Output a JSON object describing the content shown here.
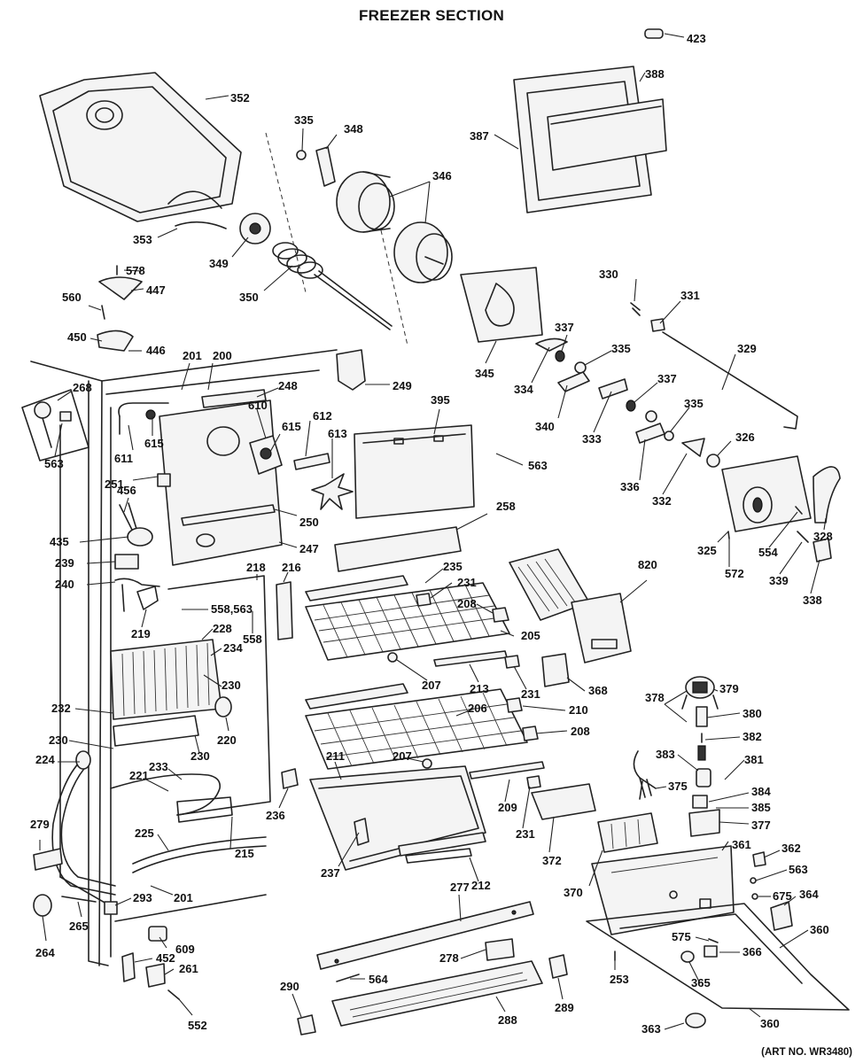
{
  "title": "FREEZER SECTION",
  "art_number": "(ART NO. WR3480)",
  "labels": {
    "p423": "423",
    "p388": "388",
    "p387": "387",
    "p352": "352",
    "p335a": "335",
    "p348": "348",
    "p346": "346",
    "p353": "353",
    "p349": "349",
    "p350": "350",
    "p578": "578",
    "p447": "447",
    "p560": "560",
    "p450": "450",
    "p446": "446",
    "p201a": "201",
    "p200": "200",
    "p268": "268",
    "p248": "248",
    "p249": "249",
    "p610": "610",
    "p612": "612",
    "p613": "613",
    "p615a": "615",
    "p615b": "615",
    "p611": "611",
    "p563a": "563",
    "p251": "251",
    "p456": "456",
    "p250": "250",
    "p435": "435",
    "p247": "247",
    "p239": "239",
    "p240": "240",
    "p218": "218",
    "p216": "216",
    "p219": "219",
    "p558_563": "558,563",
    "p228": "228",
    "p558": "558",
    "p234": "234",
    "p230a": "230",
    "p232": "232",
    "p220": "220",
    "p230b": "230",
    "p230c": "230",
    "p224": "224",
    "p233": "233",
    "p221": "221",
    "p236": "236",
    "p279": "279",
    "p225": "225",
    "p215": "215",
    "p201b": "201",
    "p293": "293",
    "p265": "265",
    "p264": "264",
    "p609": "609",
    "p452": "452",
    "p261": "261",
    "p552": "552",
    "p345": "345",
    "p395": "395",
    "p563b": "563",
    "p258": "258",
    "p235": "235",
    "p231a": "231",
    "p208a": "208",
    "p205": "205",
    "p207a": "207",
    "p213": "213",
    "p231b": "231",
    "p368": "368",
    "p206": "206",
    "p210": "210",
    "p208b": "208",
    "p211": "211",
    "p207b": "207",
    "p209": "209",
    "p231c": "231",
    "p237": "237",
    "p212": "212",
    "p277": "277",
    "p278": "278",
    "p564": "564",
    "p290": "290",
    "p288": "288",
    "p289": "289",
    "p330": "330",
    "p331": "331",
    "p337a": "337",
    "p329": "329",
    "p335b": "335",
    "p334": "334",
    "p340": "340",
    "p337b": "337",
    "p333": "333",
    "p335c": "335",
    "p326": "326",
    "p336": "336",
    "p332": "332",
    "p328": "328",
    "p325": "325",
    "p572": "572",
    "p554": "554",
    "p339": "339",
    "p338": "338",
    "p820": "820",
    "p378": "378",
    "p379": "379",
    "p380": "380",
    "p382": "382",
    "p383": "383",
    "p381": "381",
    "p375": "375",
    "p384": "384",
    "p385": "385",
    "p377": "377",
    "p372": "372",
    "p361": "361",
    "p362": "362",
    "p370": "370",
    "p563c": "563",
    "p675": "675",
    "p364": "364",
    "p360a": "360",
    "p575": "575",
    "p366": "366",
    "p253": "253",
    "p365": "365",
    "p363": "363",
    "p360b": "360"
  }
}
